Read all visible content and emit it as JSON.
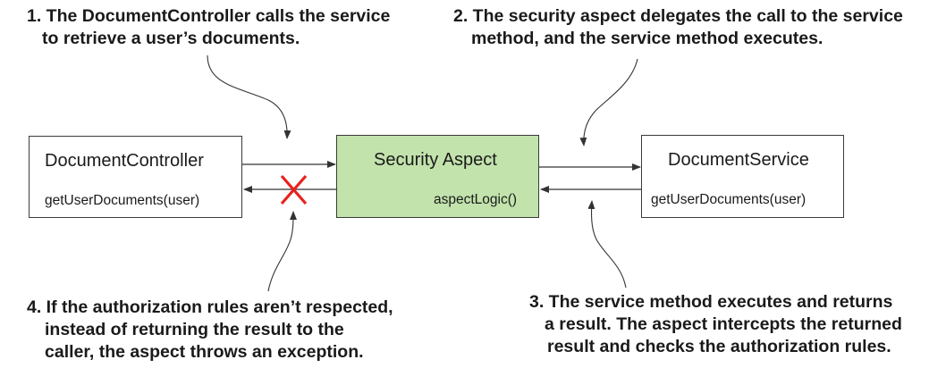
{
  "notes": {
    "note1": [
      "1. The DocumentController calls the service",
      "to retrieve a user’s documents."
    ],
    "note2": [
      "2. The security aspect delegates the call to the service",
      "method, and the service method executes."
    ],
    "note3": [
      "3. The service method executes and returns",
      "a result. The aspect intercepts the returned",
      "result and checks the authorization rules."
    ],
    "note4": [
      "4. If the authorization rules aren’t respected,",
      "instead of returning the result to the",
      "caller, the aspect throws an exception."
    ]
  },
  "boxes": {
    "controller": {
      "title": "DocumentController",
      "method": "getUserDocuments(user)"
    },
    "aspect": {
      "title": "Security Aspect",
      "method": "aspectLogic()"
    },
    "service": {
      "title": "DocumentService",
      "method": "getUserDocuments(user)"
    }
  },
  "colors": {
    "aspect_fill": "#c2e3ac",
    "cross": "#e8211d",
    "line": "#333333"
  },
  "icons": {
    "blocked_return": "cross-icon"
  }
}
